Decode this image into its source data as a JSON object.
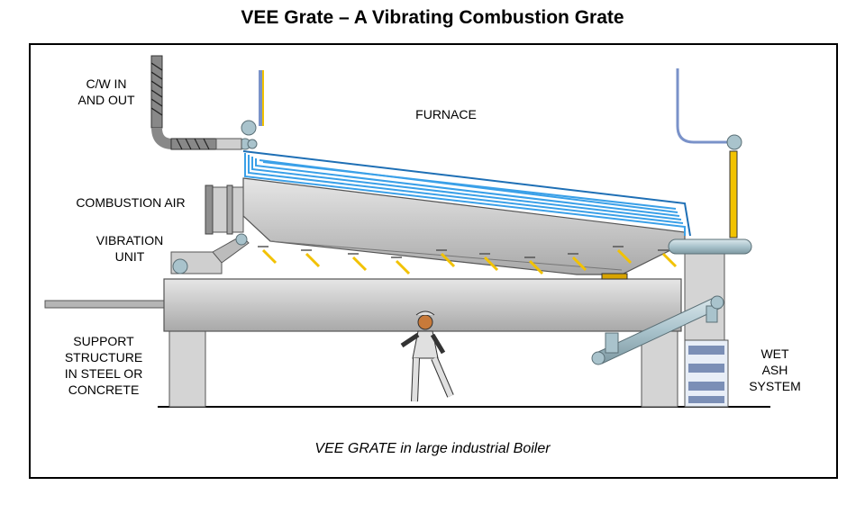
{
  "title": "VEE Grate – A Vibrating Combustion Grate",
  "caption": "VEE GRATE in large industrial Boiler",
  "labels": {
    "cw": "C/W IN\nAND OUT",
    "furnace": "FURNACE",
    "combustion_air": "COMBUSTION AIR",
    "vibration_unit": "VIBRATION\nUNIT",
    "support": "SUPPORT\nSTRUCTURE\nIN STEEL OR\nCONCRETE",
    "wet_ash": "WET\nASH\nSYSTEM"
  },
  "colors": {
    "water_tube": "#3aa0e8",
    "spring": "#f2c200",
    "steel": "#c8c8c8",
    "pipe": "#a9c3cc"
  }
}
